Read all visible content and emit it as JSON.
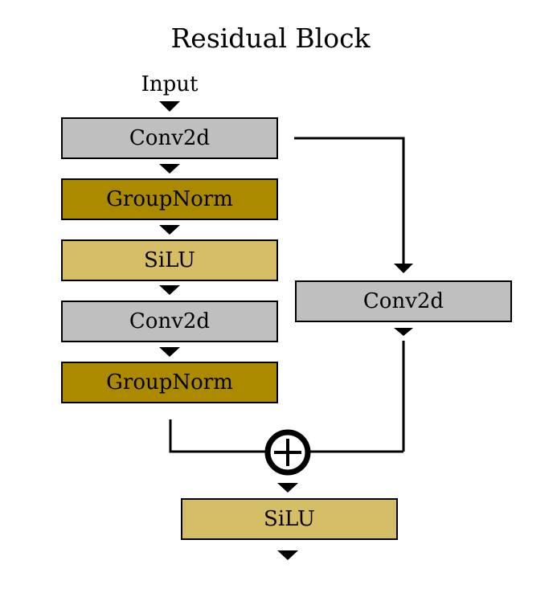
{
  "diagram": {
    "title": "Residual Block",
    "input_label": "Input",
    "blocks": {
      "conv1": "Conv2d",
      "groupnorm1": "GroupNorm",
      "silu1": "SiLU",
      "conv2": "Conv2d",
      "groupnorm2": "GroupNorm",
      "skip_conv": "Conv2d",
      "silu_out": "SiLU"
    },
    "colors": {
      "conv": "#bfbfbf",
      "groupnorm": "#ac8a00",
      "silu": "#d6be66",
      "line": "#000000"
    },
    "add_node_icon": "circled-plus-icon"
  }
}
